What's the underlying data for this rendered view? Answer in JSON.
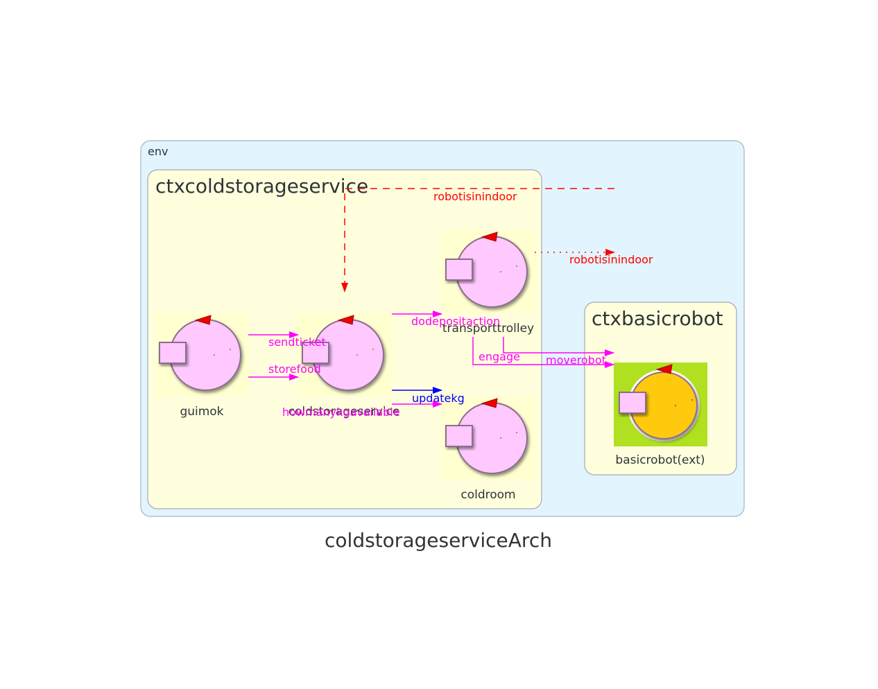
{
  "title": "coldstorageserviceArch",
  "env": {
    "label": "env"
  },
  "contexts": {
    "ctxcoldstorageservice": {
      "label": "ctxcoldstorageservice"
    },
    "ctxbasicrobot": {
      "label": "ctxbasicrobot"
    }
  },
  "actors": {
    "guimok": {
      "label": "guimok"
    },
    "coldstorageservice": {
      "label": "coldstorageservice"
    },
    "transporttrolley": {
      "label": "transporttrolley"
    },
    "coldroom": {
      "label": "coldroom"
    },
    "basicrobot": {
      "label": "basicrobot(ext)"
    }
  },
  "edges": {
    "sendticket": "sendticket",
    "storefood": "storefood",
    "dodepositaction": "dodepositaction",
    "updatekg": "updatekg",
    "howmanykgavailable": "howmanykgavailable",
    "engage": "engage",
    "moverobot": "moverobot",
    "robotisinindoor_event": "robotisinindoor",
    "robotisinindoor_emit": "robotisinindoor"
  },
  "colors": {
    "env_fill": "#e2f4fd",
    "env_stroke": "#a3b4c0",
    "context_fill": "#ffffde",
    "context_stroke": "#a3a9b0",
    "actor_fill": "#ffc8ff",
    "robot_bg": "#b0e020",
    "robot_fill": "#ffc90e",
    "request": "#ff00ff",
    "dispatch": "#0000ff",
    "event": "#ff0000",
    "text": "#303436"
  }
}
